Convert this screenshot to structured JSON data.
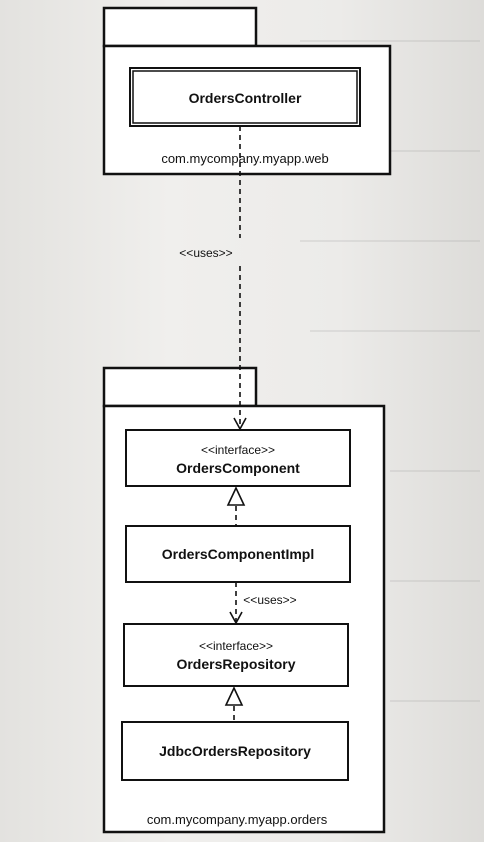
{
  "packages": {
    "web": {
      "name": "com.mycompany.myapp.web"
    },
    "orders": {
      "name": "com.mycompany.myapp.orders"
    }
  },
  "classes": {
    "orders_controller": {
      "name": "OrdersController"
    },
    "orders_component": {
      "stereotype": "<<interface>>",
      "name": "OrdersComponent"
    },
    "orders_component_impl": {
      "name": "OrdersComponentImpl"
    },
    "orders_repository": {
      "stereotype": "<<interface>>",
      "name": "OrdersRepository"
    },
    "jdbc_orders_repository": {
      "name": "JdbcOrdersRepository"
    }
  },
  "relations": {
    "controller_uses_component": {
      "label": "<<uses>>"
    },
    "impl_uses_repository": {
      "label": "<<uses>>"
    }
  }
}
